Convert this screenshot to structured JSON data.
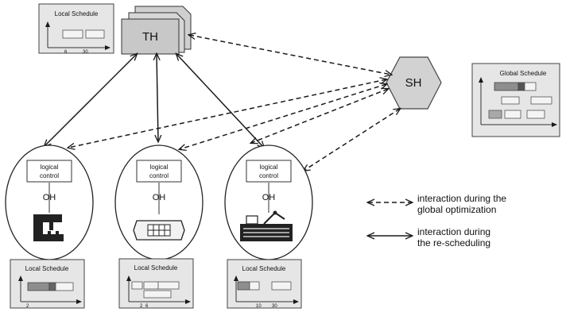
{
  "nodes": {
    "th": "TH",
    "sh": "SH",
    "oh": "OH",
    "logical_control_line1": "logical",
    "logical_control_line2": "control"
  },
  "schedules": {
    "top_local": {
      "title": "Local Schedule",
      "ticks": [
        "6",
        "30"
      ]
    },
    "global": {
      "title": "Global Schedule"
    },
    "left_local": {
      "title": "Local Schedule",
      "ticks": [
        "2"
      ]
    },
    "middle_local": {
      "title": "Local Schedule",
      "ticks": [
        "2",
        "6"
      ]
    },
    "right_local": {
      "title": "Local Schedule",
      "ticks": [
        "10",
        "30"
      ]
    }
  },
  "legend": {
    "dashed_line1": "interaction during the",
    "dashed_line2": "global optimization",
    "solid_line1": "interaction during",
    "solid_line2": "the re-scheduling"
  },
  "colors": {
    "box_fill": "#e6e6e6",
    "node_fill": "#d2d2d2",
    "bar_dark": "#8e8e8e",
    "line": "#1a1a1a"
  }
}
